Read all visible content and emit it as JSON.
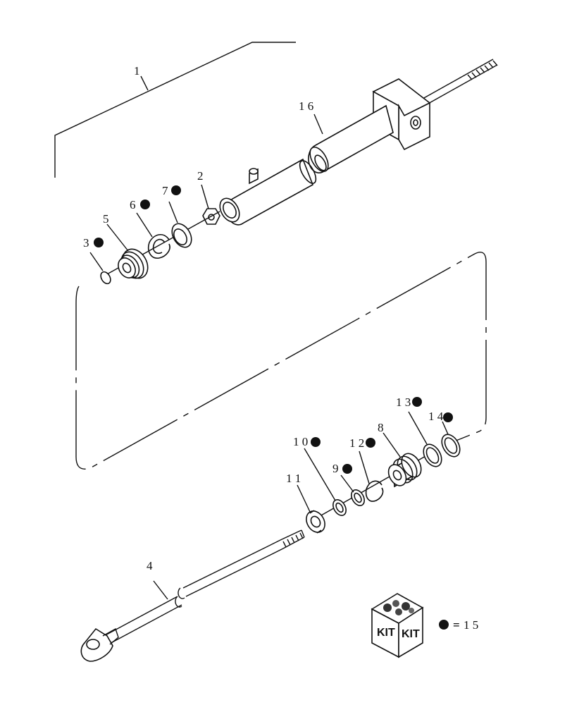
{
  "callouts": {
    "c1": "1",
    "c2": "2",
    "c3": "3",
    "c4": "4",
    "c5": "5",
    "c6": "6",
    "c7": "7",
    "c8": "8",
    "c9": "9",
    "c10": "1 0",
    "c11": "1 1",
    "c12": "1 2",
    "c13": "1 3",
    "c14": "1 4",
    "c16": "1 6"
  },
  "kit_marker": "●",
  "legend": {
    "kit_text_left": "KIT",
    "kit_text_right": "KIT",
    "bullet": "●",
    "equals": "=",
    "kit_ref": "1 5"
  },
  "colors": {
    "ink": "#111111",
    "paper": "#ffffff"
  }
}
